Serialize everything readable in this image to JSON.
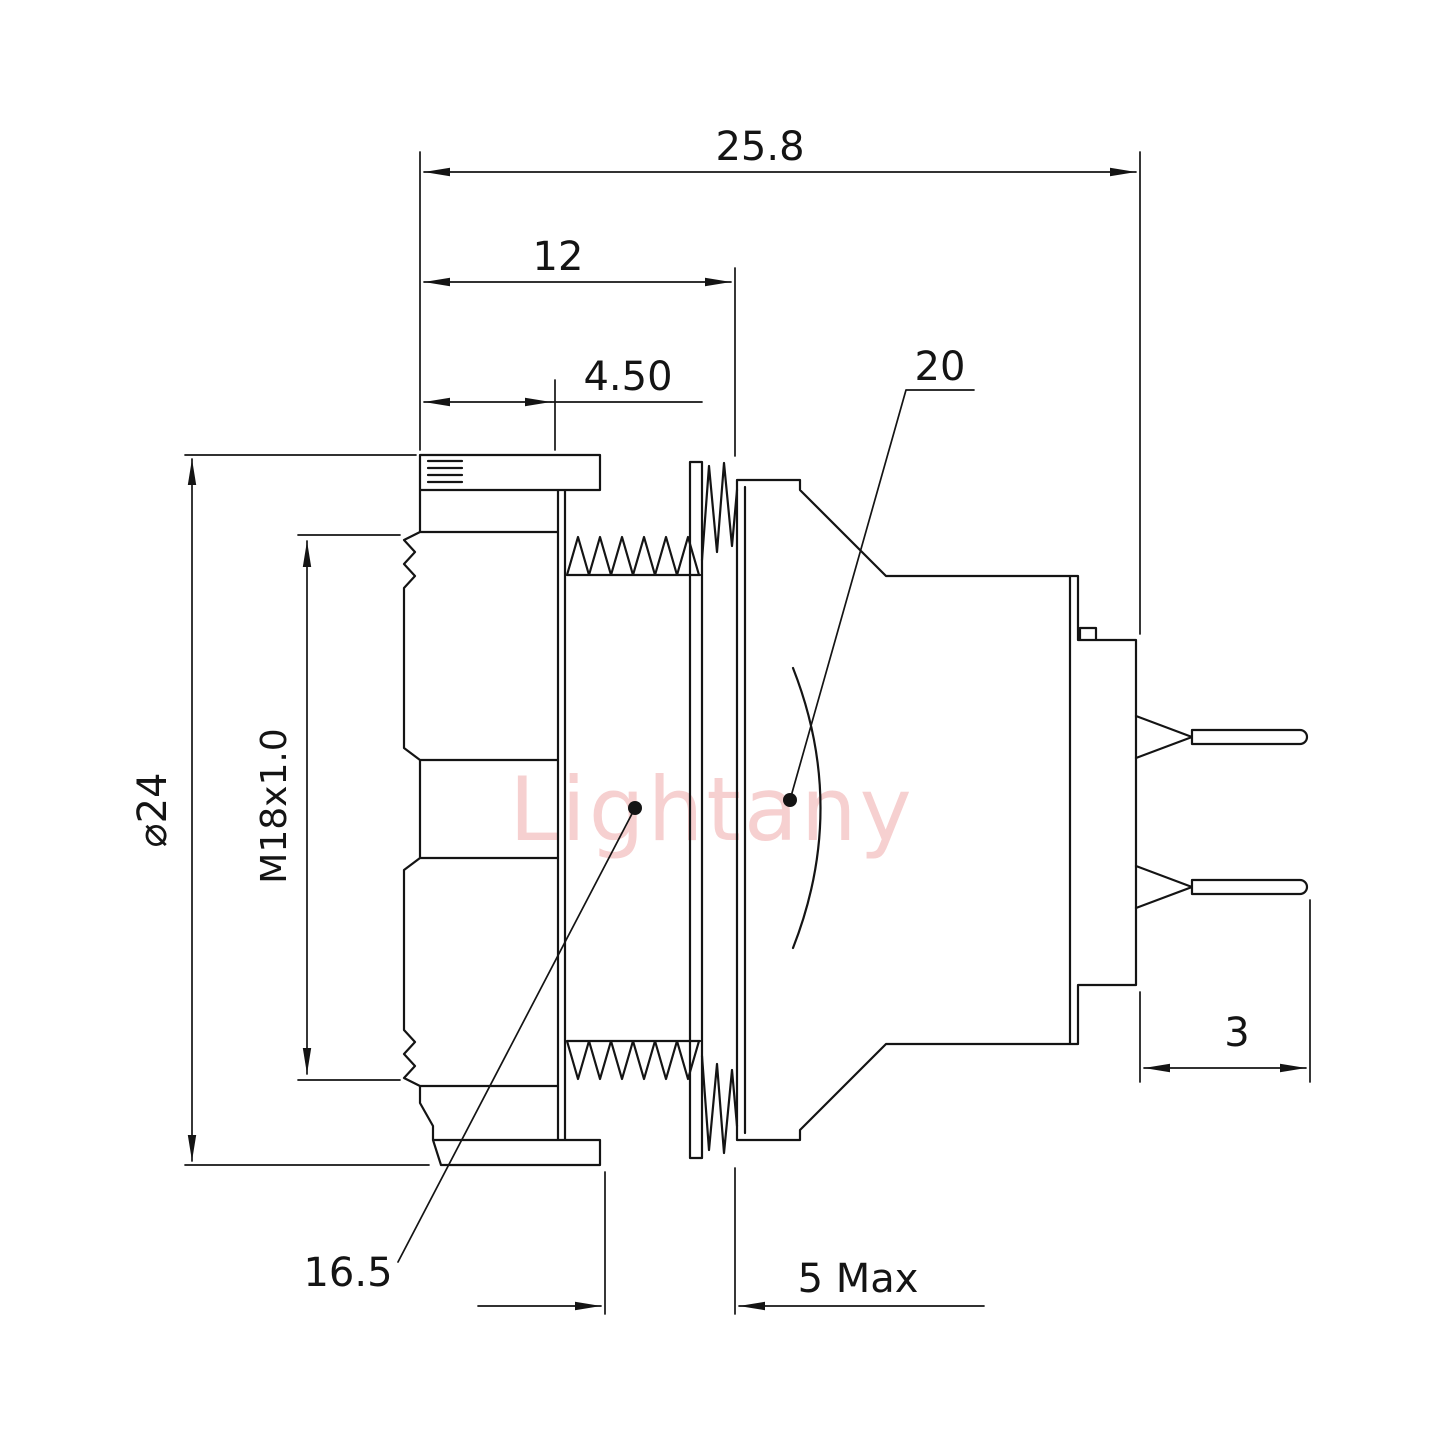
{
  "watermark": "Lightany",
  "dimensions": {
    "overall_length": "25.8",
    "front_section_length": "12",
    "nut_front_length": "4.50",
    "shell_callout": "20",
    "flange_diameter": "⌀24",
    "thread_spec": "M18x1.0",
    "nut_callout": "16.5",
    "panel_thickness_max": "5 Max",
    "pin_tail_length": "3"
  },
  "colors": {
    "line": "#141414",
    "watermark": "#f2b8b8",
    "background": "#ffffff"
  }
}
